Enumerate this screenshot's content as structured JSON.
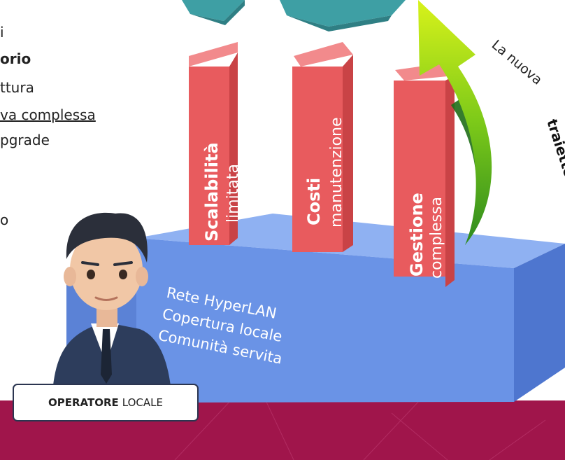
{
  "left_text": {
    "line1": "i",
    "line2": "orio",
    "line3": "ttura",
    "line4": "va complessa",
    "line5": "pgrade",
    "line6": "o"
  },
  "pillars": [
    {
      "bold": "Scalabilità",
      "light": "limitata"
    },
    {
      "bold": "Costi",
      "light": "manutenzione"
    },
    {
      "bold": "Gestione",
      "light": "complessa"
    }
  ],
  "base": {
    "line1": "Rete HyperLAN",
    "line2": "Copertura locale",
    "line3": "Comunità servita"
  },
  "arrow_label": {
    "light": "La nuova",
    "bold": "traiettoria"
  },
  "badge": {
    "bold": "OPERATORE",
    "light": "LOCALE"
  },
  "colors": {
    "pillar": "#e85b5e",
    "base": "#6d97e8",
    "footer": "#a0154b",
    "arrow": "#9adf10",
    "top_block": "#3e9fa4"
  },
  "icons": [
    "growth-arrow-icon",
    "businessman-avatar"
  ]
}
